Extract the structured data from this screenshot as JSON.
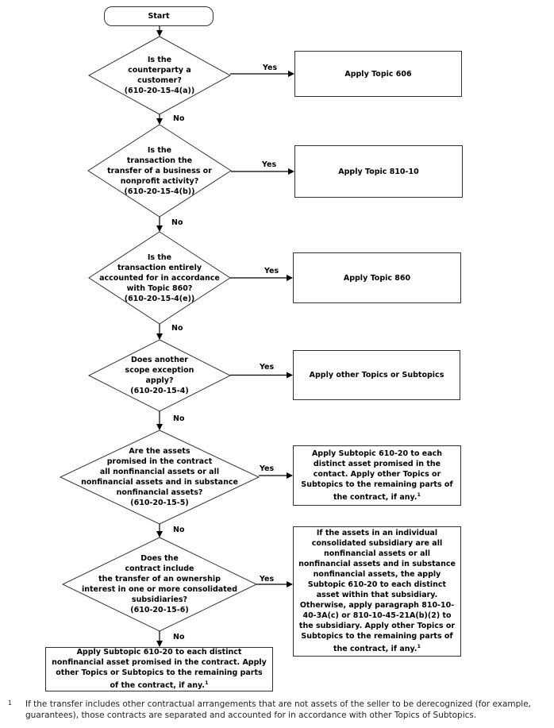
{
  "start_label": "Start",
  "yes_label": "Yes",
  "no_label": "No",
  "decisions": [
    {
      "lines": [
        "Is the",
        "counterparty a",
        "customer?",
        "(610-20-15-4(a))"
      ]
    },
    {
      "lines": [
        "Is the",
        "transaction the",
        "transfer of a business or",
        "nonprofit activity?",
        "(610-20-15-4(b))"
      ]
    },
    {
      "lines": [
        "Is the",
        "transaction entirely",
        "accounted for in accordance",
        "with Topic 860?",
        "(610-20-15-4(e))"
      ]
    },
    {
      "lines": [
        "Does another",
        "scope exception",
        "apply?",
        "(610-20-15-4)"
      ]
    },
    {
      "lines": [
        "Are the assets",
        "promised in the contract",
        "all nonfinancial assets or all",
        "nonfinancial assets and in substance",
        "nonfinancial assets?",
        "(610-20-15-5)"
      ]
    },
    {
      "lines": [
        "Does the",
        "contract include",
        "the transfer of an ownership",
        "interest in one or more consolidated",
        "subsidiaries?",
        "(610-20-15-6)"
      ]
    }
  ],
  "outcomes": [
    {
      "text": "Apply Topic 606"
    },
    {
      "text": "Apply Topic 810-10"
    },
    {
      "text": "Apply Topic 860"
    },
    {
      "text": "Apply other Topics or Subtopics"
    },
    {
      "text": "Apply Subtopic 610-20 to each distinct asset promised in the contact. Apply other Topics or Subtopics to the remaining parts of the contract, if any.",
      "note": "1"
    },
    {
      "text": "If the assets in an individual consolidated subsidiary are all nonfinancial assets or all nonfinancial assets and in substance nonfinancial assets, the apply Subtopic 610-20 to each distinct asset within that subsidiary. Otherwise, apply paragraph 810-10-40-3A(c) or 810-10-45-21A(b)(2) to the subsidiary. Apply other Topics or Subtopics to the remaining parts of the contract, if any.",
      "note": "1"
    }
  ],
  "final_box": {
    "text": "Apply Subtopic 610-20 to each distinct nonfinancial asset promised in the contract. Apply other Topics or Subtopics to the remaining parts of the contract, if any.",
    "note": "1"
  },
  "footnote": {
    "mark": "1",
    "text": "If the transfer includes other contractual arrangements that are not assets of the seller to be derecognized (for example, guarantees), those contracts are separated and accounted for in accordance with other Topics of Subtopics."
  }
}
